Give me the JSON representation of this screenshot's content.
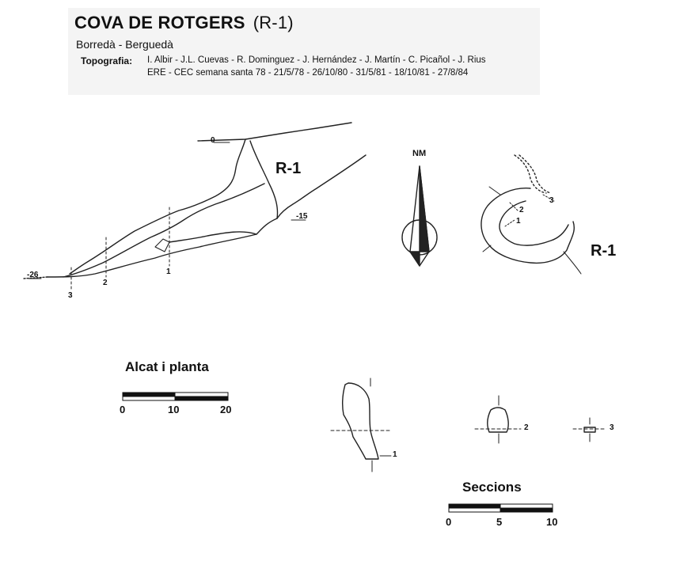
{
  "header": {
    "title": "COVA DE ROTGERS",
    "code": "(R-1)",
    "location": "Borredà  -  Berguedà",
    "topography_label": "Topografia:",
    "authors": "I. Albir - J.L. Cuevas - R. Dominguez - J. Hernández - J. Martín - C. Picañol - J. Rius",
    "dates": "ERE - CEC     semana santa 78 - 21/5/78 - 26/10/80 - 31/5/81 - 18/10/81 - 27/8/84"
  },
  "profile": {
    "cave_label": "R-1",
    "depth_labels": [
      "0",
      "-15",
      "-26"
    ],
    "section_marks": [
      "1",
      "2",
      "3"
    ]
  },
  "north_arrow": {
    "label": "NM"
  },
  "plan": {
    "cave_label": "R-1",
    "section_marks": [
      "1",
      "2",
      "3"
    ]
  },
  "elevation_plan_scale": {
    "title": "Alcat i planta",
    "ticks": [
      "0",
      "10",
      "20"
    ]
  },
  "sections": {
    "marks": [
      "1",
      "2",
      "3"
    ]
  },
  "sections_scale": {
    "title": "Seccions",
    "ticks": [
      "0",
      "5",
      "10"
    ]
  }
}
